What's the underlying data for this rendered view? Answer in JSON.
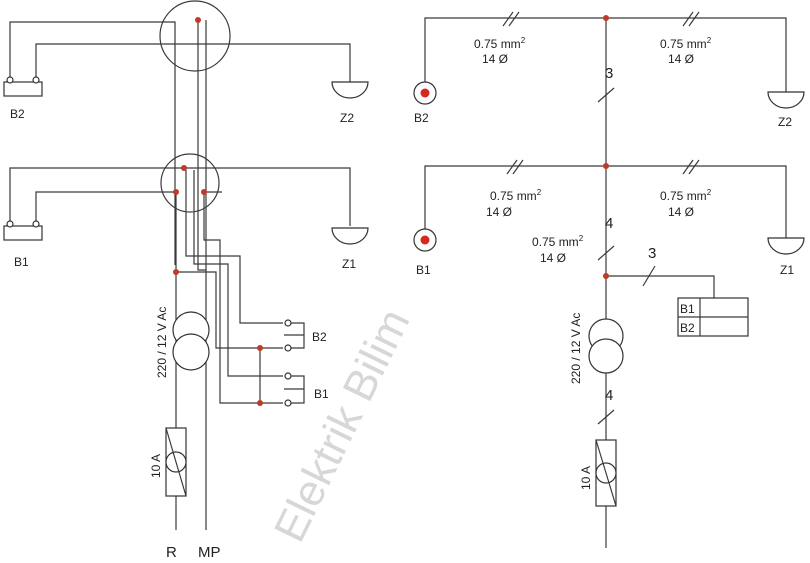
{
  "left": {
    "labels": {
      "b2_top": "B2",
      "z2_top": "Z2",
      "b1_mid": "B1",
      "z1_mid": "Z1",
      "transformer": "220 / 12 V  Ac",
      "push_b2": "B2",
      "push_b1": "B1",
      "fuse": "10 A",
      "phase": "R",
      "neutral": "MP"
    }
  },
  "right": {
    "labels": {
      "sec_top_left": "0.75 mm",
      "dia_top_left": "14 Ø",
      "sec_top_right": "0.75 mm",
      "dia_top_right": "14 Ø",
      "count_top": "3",
      "b2": "B2",
      "z2": "Z2",
      "sec_mid_left": "0.75 mm",
      "dia_mid_left": "14 Ø",
      "sec_mid_right": "0.75 mm",
      "dia_mid_right": "14 Ø",
      "count_mid": "4",
      "sec_trunk": "0.75 mm",
      "dia_trunk": "14 Ø",
      "b1": "B1",
      "z1": "Z1",
      "count_branch": "3",
      "panel_b1": "B1",
      "panel_b2": "B2",
      "transformer": "220 / 12 V  Ac",
      "count_lower": "4",
      "fuse": "10 A",
      "sup": "2"
    }
  },
  "watermark": "Elektrik Bilim",
  "colors": {
    "line": "#3a3a3a",
    "junction": "#c0392b",
    "button_core": "#d6281f"
  }
}
